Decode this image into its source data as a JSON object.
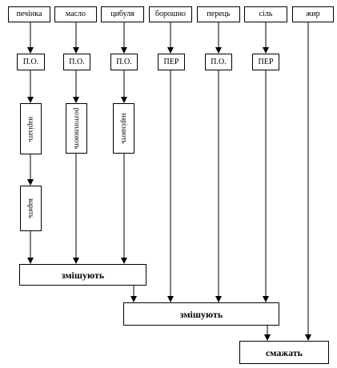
{
  "ingredients": {
    "liver": "печінка",
    "butter": "масло",
    "onion": "цибуля",
    "flour": "борошно",
    "pepper": "перець",
    "salt": "сіль",
    "fat": "жир"
  },
  "processing": {
    "liver": "П.О.",
    "butter": "П.О.",
    "onion": "П.О.",
    "flour": "ПЕР",
    "pepper": "П.О.",
    "salt": "ПЕР"
  },
  "steps": {
    "liver_cut": "нарізать",
    "liver_boil": "варять",
    "butter_melt": "розтоплюють",
    "onion_cut": "нарізають"
  },
  "mix1": "змішують",
  "mix2": "змішують",
  "final": "смажать"
}
